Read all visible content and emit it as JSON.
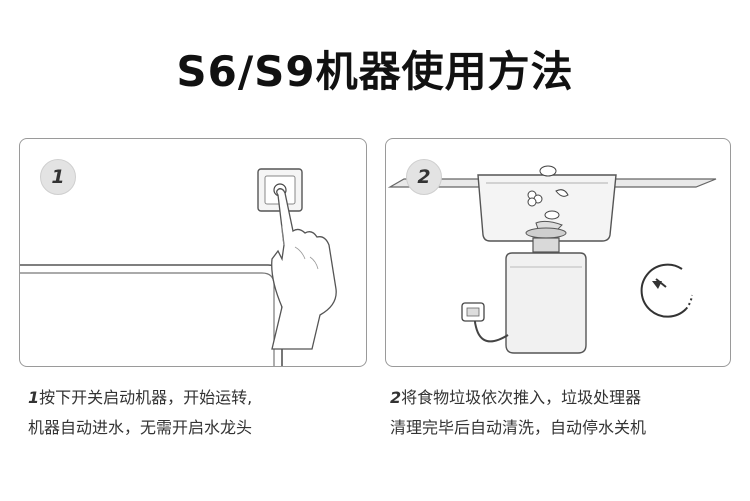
{
  "title": "S6/S9机器使用方法",
  "steps": [
    {
      "number": "1",
      "line1": "按下开关启动机器，开始运转,",
      "line2": "机器自动进水，无需开启水龙头"
    },
    {
      "number": "2",
      "line1": "将食物垃圾依次推入，垃圾处理器",
      "line2": "清理完毕后自动清洗，自动停水关机"
    }
  ],
  "icons": [
    "switch-press-illustration",
    "garbage-disposer-illustration",
    "clock-icon"
  ]
}
